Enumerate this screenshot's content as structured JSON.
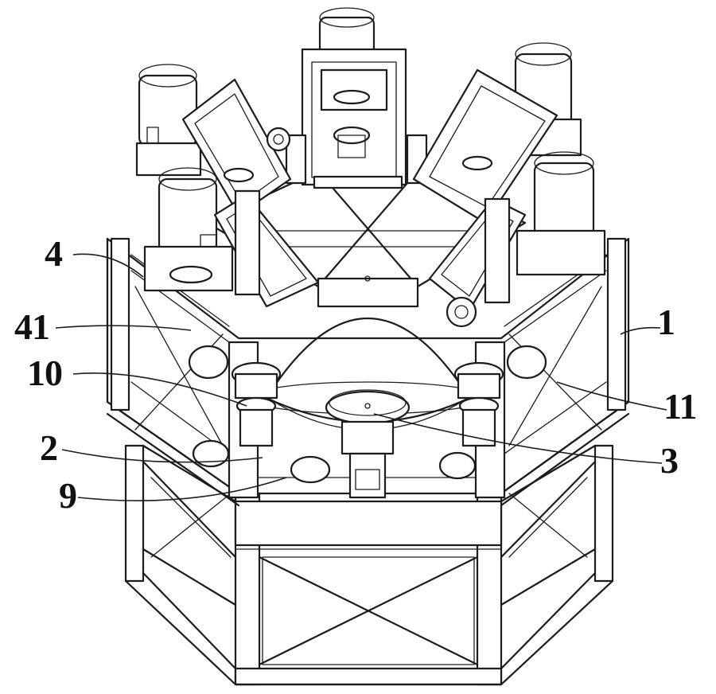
{
  "figure": {
    "callouts": [
      {
        "id": "c1",
        "text": "1"
      },
      {
        "id": "c2",
        "text": "2"
      },
      {
        "id": "c3",
        "text": "3"
      },
      {
        "id": "c4",
        "text": "4"
      },
      {
        "id": "c9",
        "text": "9"
      },
      {
        "id": "c10",
        "text": "10"
      },
      {
        "id": "c11",
        "text": "11"
      },
      {
        "id": "c41",
        "text": "41"
      }
    ]
  },
  "colors": {
    "line": "#1c1c1c",
    "background": "#ffffff"
  }
}
